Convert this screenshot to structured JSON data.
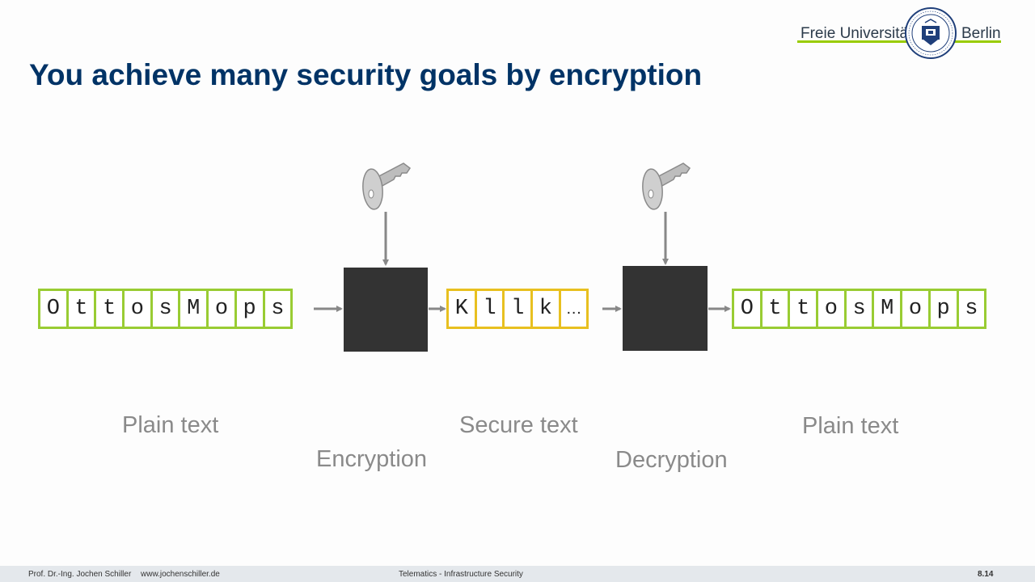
{
  "logo": {
    "left": "Freie Universität",
    "right": "Berlin",
    "seal_text": "VERITAS IUSTITIA LIBERTAS · FREIE UNIVERSITÄT BERLIN"
  },
  "title": "You achieve many security goals by encryption",
  "plaintext_left": [
    "O",
    "t",
    "t",
    "o",
    "s",
    "M",
    "o",
    "p",
    "s"
  ],
  "securetext": [
    "K",
    "l",
    "l",
    "k",
    "…"
  ],
  "plaintext_right": [
    "O",
    "t",
    "t",
    "o",
    "s",
    "M",
    "o",
    "p",
    "s"
  ],
  "labels": {
    "plain_left": "Plain text",
    "encryption": "Encryption",
    "secure": "Secure text",
    "decryption": "Decryption",
    "plain_right": "Plain text"
  },
  "colors": {
    "title": "#003366",
    "plain_border": "#99cc33",
    "secure_border": "#e8c020",
    "box": "#333333",
    "label": "#8a8a8a"
  },
  "icons": [
    "key-icon",
    "arrow-right-icon",
    "arrow-down-icon"
  ],
  "footer": {
    "author": "Prof. Dr.-Ing. Jochen Schiller",
    "website": "www.jochenschiller.de",
    "course": "Telematics - Infrastructure Security",
    "page": "8.14"
  }
}
